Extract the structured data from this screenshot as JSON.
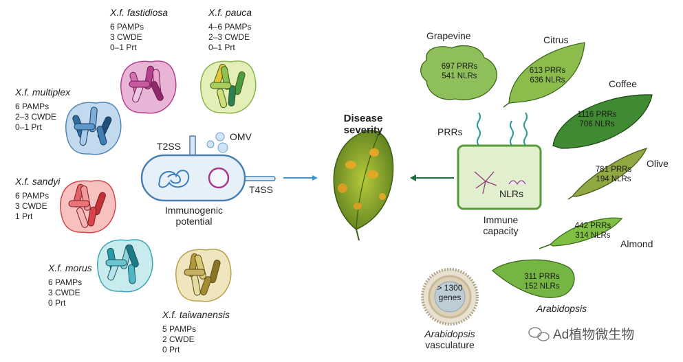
{
  "pathogens": [
    {
      "name": "X.f. fastidiosa",
      "lines": [
        "6 PAMPs",
        "3 CWDE",
        "0–1 Prt"
      ],
      "color": "#b5408f"
    },
    {
      "name": "X.f. pauca",
      "lines": [
        "4–6 PAMPs",
        "2–3 CWDE",
        "0–1 Prt"
      ],
      "color": "#6aaa4c"
    },
    {
      "name": "X.f. multiplex",
      "lines": [
        "6 PAMPs",
        "2–3 CWDE",
        "0–1 Prt"
      ],
      "color": "#2f6e9e"
    },
    {
      "name": "X.f. sandyi",
      "lines": [
        "6 PAMPs",
        "3 CWDE",
        "1 Prt"
      ],
      "color": "#d9444a"
    },
    {
      "name": "X.f. morus",
      "lines": [
        "6 PAMPs",
        "3 CWDE",
        "0 Prt"
      ],
      "color": "#2a9aa8"
    },
    {
      "name": "X.f. taiwanensis",
      "lines": [
        "5 PAMPs",
        "2 CWDE",
        "0 Prt"
      ],
      "color": "#b09a3c"
    }
  ],
  "cell": {
    "t2ss": "T2SS",
    "omv": "OMV",
    "t4ss": "T4SS",
    "caption": [
      "Immunogenic",
      "potential"
    ]
  },
  "disease": {
    "title": [
      "Disease",
      "severity"
    ]
  },
  "hosts": [
    {
      "name": "Grapevine",
      "prrs": "697 PRRs",
      "nlrs": "541 NLRs"
    },
    {
      "name": "Citrus",
      "prrs": "613 PRRs",
      "nlrs": "636 NLRs"
    },
    {
      "name": "Coffee",
      "prrs": "1116 PRRs",
      "nlrs": "706 NLRs"
    },
    {
      "name": "Olive",
      "prrs": "781 PRRs",
      "nlrs": "194 NLRs"
    },
    {
      "name": "Almond",
      "prrs": "442 PRRs",
      "nlrs": "314 NLRs"
    },
    {
      "name": "Arabidopsis",
      "prrs": "311 PRRs",
      "nlrs": "152 NLRs"
    }
  ],
  "plant_cell": {
    "prrs": "PRRs",
    "nlrs": "NLRs",
    "caption": [
      "Immune",
      "capacity"
    ]
  },
  "vasculature": {
    "genes": [
      "> 1300",
      "genes"
    ],
    "caption": [
      "Arabidopsis",
      "vasculature"
    ]
  },
  "watermark": "Ad植物微生物"
}
